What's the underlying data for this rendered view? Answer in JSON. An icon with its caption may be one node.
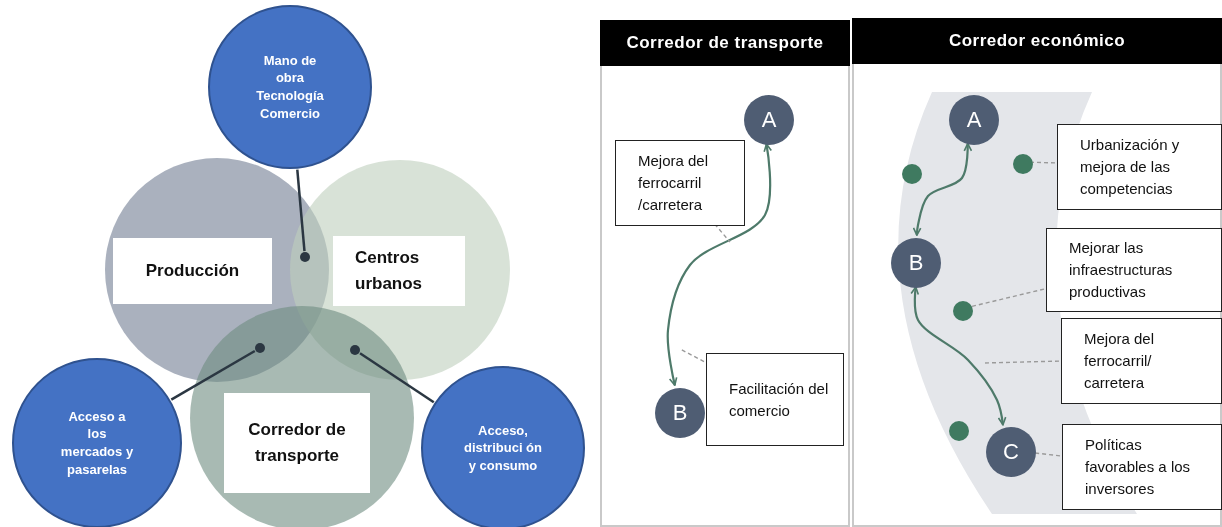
{
  "diagram": {
    "nodes": [
      {
        "text": [
          "Mano de obra Tecnología Comercio"
        ]
      },
      {
        "text": [
          "Producción"
        ]
      },
      {
        "text": [
          "Centros urbanos"
        ]
      },
      {
        "text": [
          "Corredor de transporte"
        ]
      },
      {
        "text": [],
        "shape": "circle"
      },
      {
        "text": [],
        "shape": "circle"
      },
      {
        "text": [],
        "shape": "circle"
      },
      {
        "text": [
          "Acceso a los mercados y pasarelas"
        ]
      },
      {
        "text": [
          "Acceso, distribuci ón y consumo"
        ]
      },
      {
        "text": [
          "Corredor de transporte"
        ]
      },
      {
        "text": [
          "A"
        ],
        "in": 9
      },
      {
        "text": [
          "Mejora del ferrocarril /carretera"
        ],
        "in": 9
      },
      {
        "text": [
          "B"
        ],
        "in": 9
      },
      {
        "text": [
          "Facilitación del comercio"
        ],
        "in": 9
      },
      {
        "text": [
          "Corredor económico"
        ]
      },
      {
        "text": [
          "A"
        ],
        "in": 14
      },
      {
        "text": [
          "B"
        ],
        "in": 14
      },
      {
        "text": [
          "C"
        ],
        "in": 14
      },
      {
        "text": [],
        "shape": "circle",
        "in": 14
      },
      {
        "text": [],
        "shape": "circle",
        "in": 14
      },
      {
        "text": [],
        "shape": "circle",
        "in": 14
      },
      {
        "text": [],
        "shape": "circle",
        "in": 14
      },
      {
        "text": [
          "Urbanización y mejora de las competencias"
        ],
        "in": 14
      },
      {
        "text": [
          "Mejorar las infraestructuras productivas"
        ],
        "in": 14
      },
      {
        "text": [
          "Mejora del ferrocarril/ carretera"
        ],
        "in": 14
      },
      {
        "text": [
          "Políticas favorables a los inversores"
        ],
        "in": 14
      }
    ],
    "edges": [
      {
        "from": 0,
        "to": 4,
        "arrow": "none",
        "color": "#2b3742"
      },
      {
        "from": 7,
        "to": 5,
        "arrow": "none",
        "color": "#2b3742"
      },
      {
        "from": 8,
        "to": 6,
        "arrow": "none",
        "color": "#2b3742"
      },
      {
        "from": 10,
        "to": 12,
        "arrow": "both",
        "color": "#4e7a6a"
      },
      {
        "from": 11,
        "to": null,
        "arrow": "none",
        "style": "dashed",
        "color": "#9a9a9a"
      },
      {
        "from": 13,
        "to": null,
        "arrow": "none",
        "style": "dashed",
        "color": "#9a9a9a"
      },
      {
        "from": 15,
        "to": 16,
        "arrow": "both",
        "color": "#4e7a6a"
      },
      {
        "from": 16,
        "to": 17,
        "arrow": "both",
        "color": "#4e7a6a"
      },
      {
        "from": 22,
        "to": 18,
        "arrow": "none",
        "style": "dashed",
        "color": "#9a9a9a"
      },
      {
        "from": 23,
        "to": 20,
        "arrow": "none",
        "style": "dashed",
        "color": "#9a9a9a"
      },
      {
        "from": 24,
        "to": null,
        "arrow": "none",
        "style": "dashed",
        "color": "#9a9a9a"
      },
      {
        "from": 25,
        "to": 17,
        "arrow": "none",
        "style": "dashed",
        "color": "#9a9a9a"
      }
    ]
  }
}
